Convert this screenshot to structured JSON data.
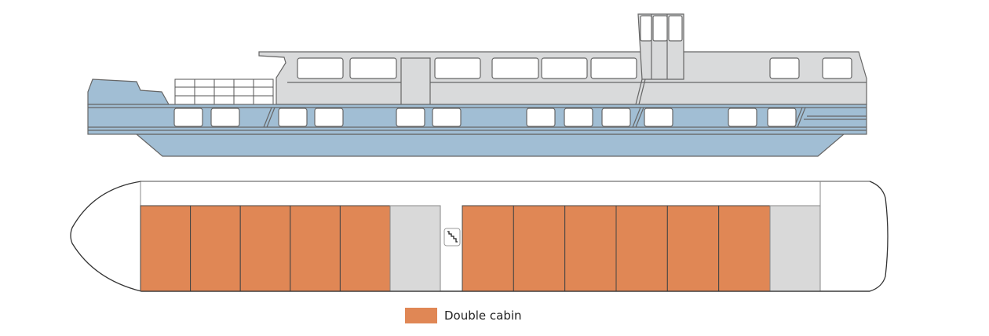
{
  "colors": {
    "hull_blue": "#a1bed4",
    "superstructure_grey": "#d9dadb",
    "double_cabin": "#e08755",
    "service_area": "#d9d9d9",
    "outline": "#555555"
  },
  "deck_plan": {
    "groups": [
      {
        "cabins": [
          "double",
          "double",
          "double",
          "double",
          "double",
          "service"
        ]
      },
      {
        "cabins": [
          "double",
          "double",
          "double",
          "double",
          "double",
          "double",
          "service"
        ]
      }
    ],
    "stairs_icon": "stairs-icon"
  },
  "legend": {
    "items": [
      {
        "label": "Double cabin",
        "type": "double"
      }
    ]
  }
}
